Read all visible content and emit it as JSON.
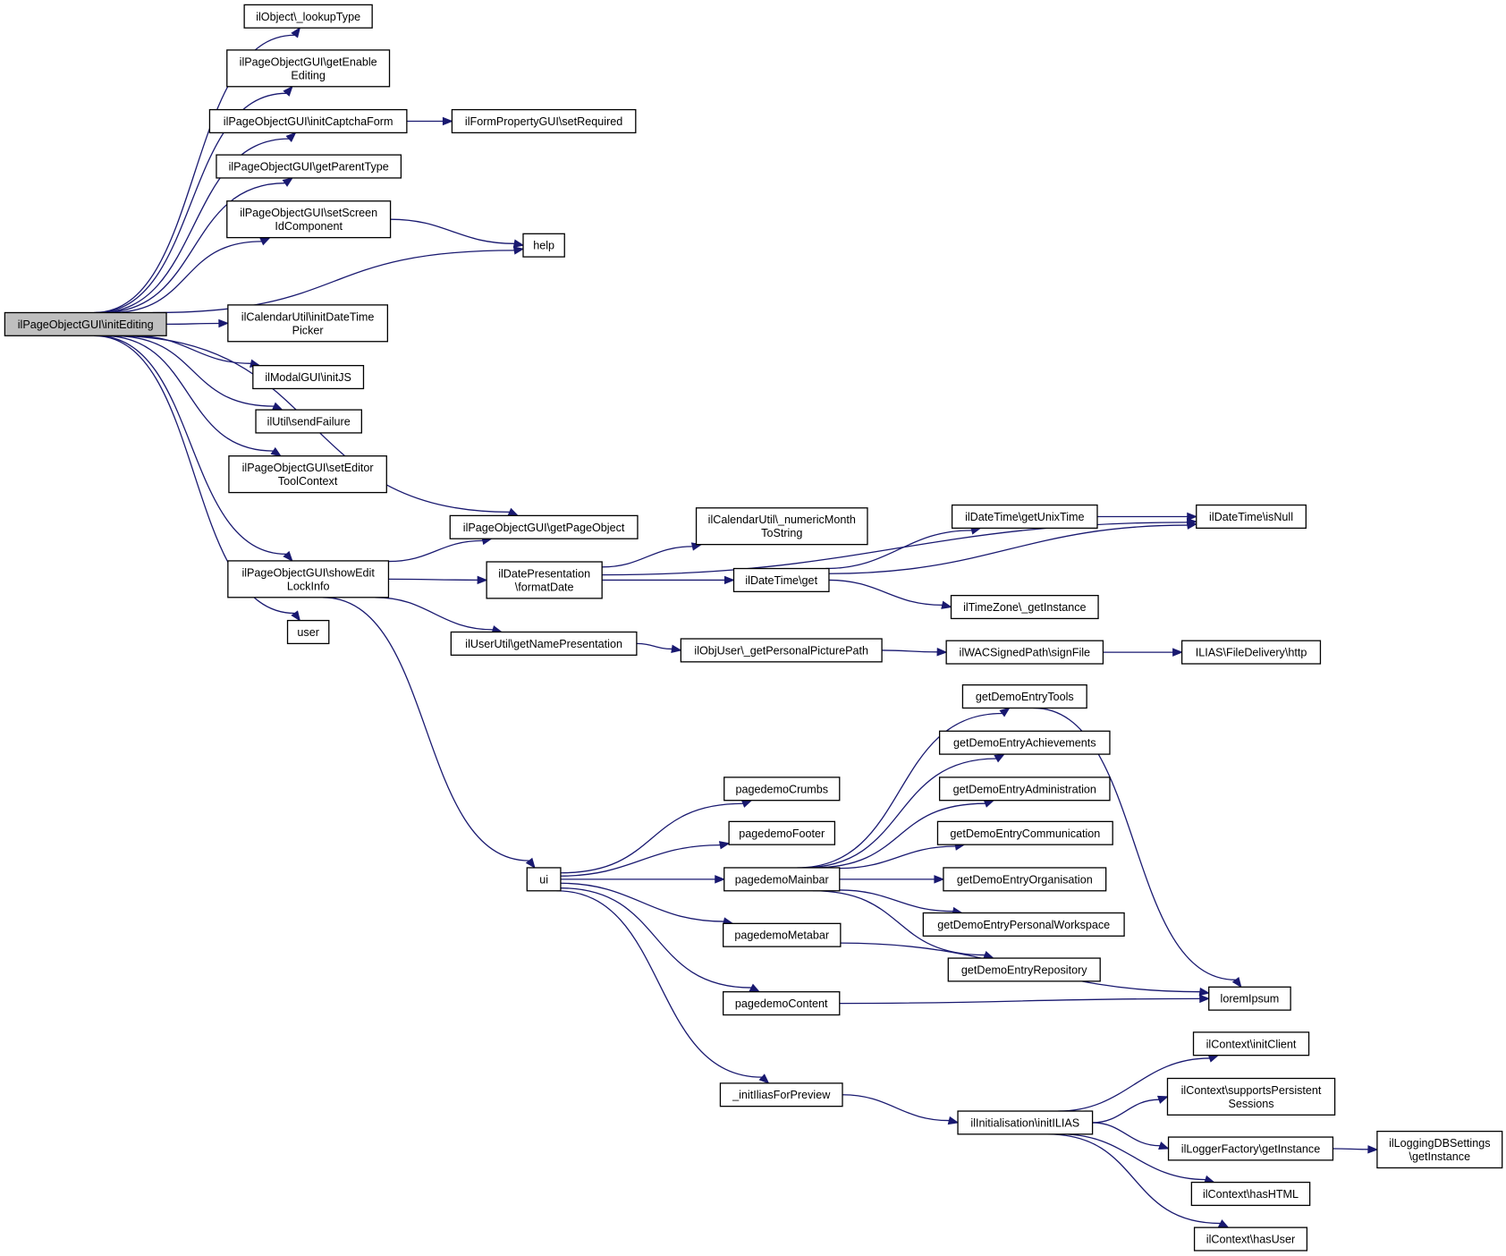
{
  "graph": {
    "root": "n0",
    "nodes": [
      {
        "id": "n0",
        "lines": [
          "ilPageObjectGUI\\initEditing"
        ]
      },
      {
        "id": "n1",
        "lines": [
          "ilObject\\_lookupType"
        ]
      },
      {
        "id": "n2",
        "lines": [
          "ilPageObjectGUI\\getEnable",
          "Editing"
        ]
      },
      {
        "id": "n3",
        "lines": [
          "ilPageObjectGUI\\initCaptchaForm"
        ]
      },
      {
        "id": "n4",
        "lines": [
          "ilFormPropertyGUI\\setRequired"
        ]
      },
      {
        "id": "n5",
        "lines": [
          "ilPageObjectGUI\\getParentType"
        ]
      },
      {
        "id": "n6",
        "lines": [
          "ilPageObjectGUI\\setScreen",
          "IdComponent"
        ]
      },
      {
        "id": "n7",
        "lines": [
          "help"
        ]
      },
      {
        "id": "n8",
        "lines": [
          "ilCalendarUtil\\initDateTime",
          "Picker"
        ]
      },
      {
        "id": "n9",
        "lines": [
          "ilModalGUI\\initJS"
        ]
      },
      {
        "id": "n10",
        "lines": [
          "ilUtil\\sendFailure"
        ]
      },
      {
        "id": "n11",
        "lines": [
          "ilPageObjectGUI\\setEditor",
          "ToolContext"
        ]
      },
      {
        "id": "n12",
        "lines": [
          "ilPageObjectGUI\\getPageObject"
        ]
      },
      {
        "id": "n13",
        "lines": [
          "ilPageObjectGUI\\showEdit",
          "LockInfo"
        ]
      },
      {
        "id": "n14",
        "lines": [
          "user"
        ]
      },
      {
        "id": "n15",
        "lines": [
          "ilDatePresentation",
          "\\formatDate"
        ]
      },
      {
        "id": "n16",
        "lines": [
          "ilUserUtil\\getNamePresentation"
        ]
      },
      {
        "id": "n17",
        "lines": [
          "ui"
        ]
      },
      {
        "id": "n18",
        "lines": [
          "ilCalendarUtil\\_numericMonth",
          "ToString"
        ]
      },
      {
        "id": "n19",
        "lines": [
          "ilDateTime\\get"
        ]
      },
      {
        "id": "n20",
        "lines": [
          "ilDateTime\\getUnixTime"
        ]
      },
      {
        "id": "n21",
        "lines": [
          "ilDateTime\\isNull"
        ]
      },
      {
        "id": "n22",
        "lines": [
          "ilTimeZone\\_getInstance"
        ]
      },
      {
        "id": "n23",
        "lines": [
          "ilObjUser\\_getPersonalPicturePath"
        ]
      },
      {
        "id": "n24",
        "lines": [
          "ilWACSignedPath\\signFile"
        ]
      },
      {
        "id": "n25",
        "lines": [
          "ILIAS\\FileDelivery\\http"
        ]
      },
      {
        "id": "n26",
        "lines": [
          "pagedemoCrumbs"
        ]
      },
      {
        "id": "n27",
        "lines": [
          "pagedemoFooter"
        ]
      },
      {
        "id": "n28",
        "lines": [
          "pagedemoMainbar"
        ]
      },
      {
        "id": "n29",
        "lines": [
          "pagedemoMetabar"
        ]
      },
      {
        "id": "n30",
        "lines": [
          "pagedemoContent"
        ]
      },
      {
        "id": "n31",
        "lines": [
          "_initIliasForPreview"
        ]
      },
      {
        "id": "n32",
        "lines": [
          "getDemoEntryTools"
        ]
      },
      {
        "id": "n33",
        "lines": [
          "getDemoEntryAchievements"
        ]
      },
      {
        "id": "n34",
        "lines": [
          "getDemoEntryAdministration"
        ]
      },
      {
        "id": "n35",
        "lines": [
          "getDemoEntryCommunication"
        ]
      },
      {
        "id": "n36",
        "lines": [
          "getDemoEntryOrganisation"
        ]
      },
      {
        "id": "n37",
        "lines": [
          "getDemoEntryPersonalWorkspace"
        ]
      },
      {
        "id": "n38",
        "lines": [
          "getDemoEntryRepository"
        ]
      },
      {
        "id": "n39",
        "lines": [
          "loremIpsum"
        ]
      },
      {
        "id": "n40",
        "lines": [
          "ilInitialisation\\initILIAS"
        ]
      },
      {
        "id": "n41",
        "lines": [
          "ilContext\\initClient"
        ]
      },
      {
        "id": "n42",
        "lines": [
          "ilContext\\supportsPersistent",
          "Sessions"
        ]
      },
      {
        "id": "n43",
        "lines": [
          "ilLoggerFactory\\getInstance"
        ]
      },
      {
        "id": "n44",
        "lines": [
          "ilLoggingDBSettings",
          "\\getInstance"
        ]
      },
      {
        "id": "n45",
        "lines": [
          "ilContext\\hasHTML"
        ]
      },
      {
        "id": "n46",
        "lines": [
          "ilContext\\hasUser"
        ]
      }
    ],
    "edges": [
      [
        "n0",
        "n1"
      ],
      [
        "n0",
        "n2"
      ],
      [
        "n0",
        "n3"
      ],
      [
        "n0",
        "n5"
      ],
      [
        "n0",
        "n6"
      ],
      [
        "n0",
        "n7"
      ],
      [
        "n0",
        "n8"
      ],
      [
        "n0",
        "n9"
      ],
      [
        "n0",
        "n10"
      ],
      [
        "n0",
        "n11"
      ],
      [
        "n0",
        "n12"
      ],
      [
        "n0",
        "n13"
      ],
      [
        "n0",
        "n14"
      ],
      [
        "n3",
        "n4"
      ],
      [
        "n6",
        "n7"
      ],
      [
        "n13",
        "n12"
      ],
      [
        "n13",
        "n15"
      ],
      [
        "n13",
        "n16"
      ],
      [
        "n13",
        "n17"
      ],
      [
        "n15",
        "n18"
      ],
      [
        "n15",
        "n19"
      ],
      [
        "n15",
        "n21"
      ],
      [
        "n19",
        "n20"
      ],
      [
        "n19",
        "n21"
      ],
      [
        "n19",
        "n22"
      ],
      [
        "n20",
        "n21"
      ],
      [
        "n16",
        "n23"
      ],
      [
        "n23",
        "n24"
      ],
      [
        "n24",
        "n25"
      ],
      [
        "n17",
        "n26"
      ],
      [
        "n17",
        "n27"
      ],
      [
        "n17",
        "n28"
      ],
      [
        "n17",
        "n29"
      ],
      [
        "n17",
        "n30"
      ],
      [
        "n17",
        "n31"
      ],
      [
        "n28",
        "n32"
      ],
      [
        "n28",
        "n33"
      ],
      [
        "n28",
        "n34"
      ],
      [
        "n28",
        "n35"
      ],
      [
        "n28",
        "n36"
      ],
      [
        "n28",
        "n37"
      ],
      [
        "n28",
        "n38"
      ],
      [
        "n32",
        "n39"
      ],
      [
        "n29",
        "n39"
      ],
      [
        "n30",
        "n39"
      ],
      [
        "n31",
        "n40"
      ],
      [
        "n40",
        "n41"
      ],
      [
        "n40",
        "n42"
      ],
      [
        "n40",
        "n43"
      ],
      [
        "n40",
        "n45"
      ],
      [
        "n40",
        "n46"
      ],
      [
        "n43",
        "n44"
      ]
    ]
  },
  "colors": {
    "edge": "#191970",
    "root_fill": "#bfbfbf",
    "node_fill": "#ffffff",
    "node_stroke": "#000000"
  }
}
